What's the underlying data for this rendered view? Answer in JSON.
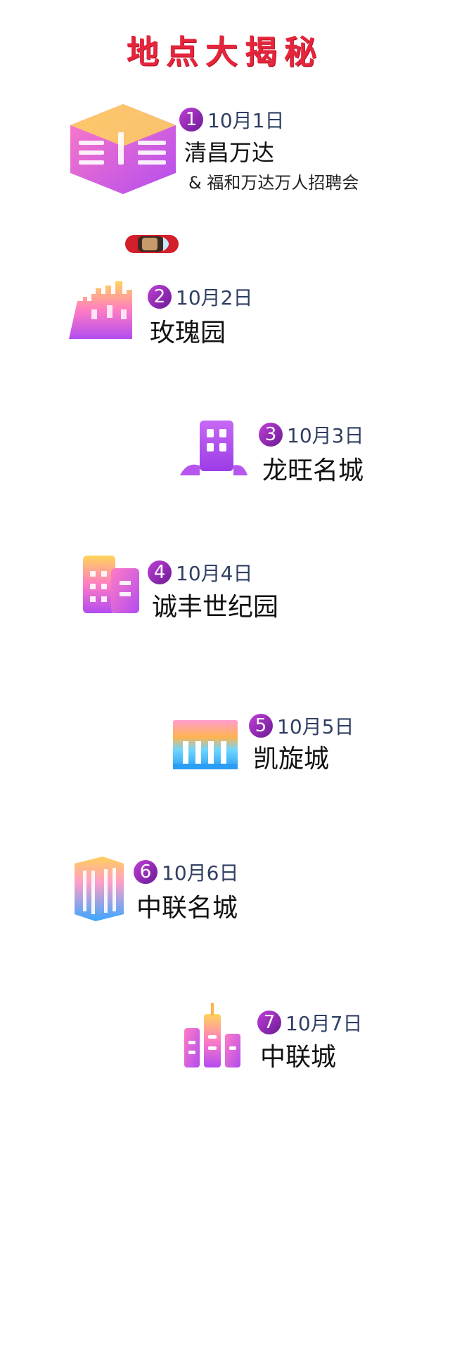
{
  "title": "地点大揭秘",
  "locations": [
    {
      "num": "1",
      "date": "10月1日",
      "name": "清昌万达",
      "sub": "& 福和万达万人招聘会",
      "icon": "mall-building-icon"
    },
    {
      "num": "2",
      "date": "10月2日",
      "name": "玫瑰园",
      "icon": "castle-icon"
    },
    {
      "num": "3",
      "date": "10月3日",
      "name": "龙旺名城",
      "icon": "office-building-icon"
    },
    {
      "num": "4",
      "date": "10月4日",
      "name": "诚丰世纪园",
      "icon": "apartment-buildings-icon"
    },
    {
      "num": "5",
      "date": "10月5日",
      "name": "凯旋城",
      "icon": "columned-hall-icon"
    },
    {
      "num": "6",
      "date": "10月6日",
      "name": "中联名城",
      "icon": "skyscraper-icon"
    },
    {
      "num": "7",
      "date": "10月7日",
      "name": "中联城",
      "icon": "towers-icon"
    }
  ],
  "colors": {
    "title": "#e5253b",
    "badge": "#8a2bb5",
    "date": "#2f3f63"
  }
}
